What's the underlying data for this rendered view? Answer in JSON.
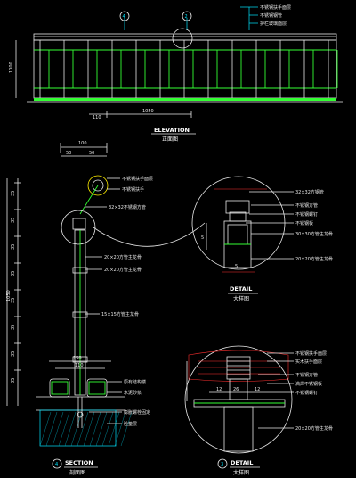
{
  "elevation": {
    "title": "ELEVATION",
    "subtitle": "正面图",
    "label_top_1": "不锈钢扶手面层",
    "label_top_2": "不锈钢钢管",
    "label_top_3": "护栏玻璃面层",
    "dim_height": "1000",
    "dim_bottom": "110",
    "dim_bottom_2": "1050",
    "circle_marker_a": "4",
    "circle_marker_b": "2"
  },
  "section": {
    "title": "SECTION",
    "subtitle": "剖面图",
    "circle_no": "4",
    "dim_top": "100",
    "dim_top_a": "50",
    "dim_top_b": "50",
    "dim_total_height": "1050",
    "dim_left_ticks": [
      "35",
      "35",
      "35",
      "35",
      "35",
      "35",
      "35",
      "35"
    ],
    "dim_bottom_a": "150",
    "dim_bottom_b": "110",
    "label_1": "不锈钢扶手面层",
    "label_2": "不锈钢扶手",
    "label_3": "32×32不锈钢方管",
    "label_4": "20×20方管主龙骨",
    "label_5": "20×20方管主龙骨",
    "label_6": "15×15方管主龙骨",
    "label_7": "原有结构楼",
    "label_8": "水泥砂浆",
    "label_9": "膨胀螺栓固定",
    "label_10": "砼垫层"
  },
  "detail_top": {
    "title": "DETAIL",
    "subtitle": "大样图",
    "label_1": "32×32方钢管",
    "label_2": "不锈钢方管",
    "label_3": "不锈钢螺钉",
    "label_4": "不锈钢板",
    "label_5": "30×30方管主龙骨",
    "label_6": "20×20方管主龙骨",
    "dim_a": "5",
    "dim_b": "5"
  },
  "detail_bottom": {
    "title": "DETAIL",
    "subtitle": "大样图",
    "circle_no": "3",
    "label_1": "不锈钢扶手面层",
    "label_2": "实木扶手面层",
    "label_3": "不锈钢方管",
    "label_4": "满焊不锈钢板",
    "label_5": "不锈钢螺钉",
    "label_6": "20×20方管主龙骨",
    "dim_a": "12",
    "dim_b": "26",
    "dim_c": "12"
  }
}
